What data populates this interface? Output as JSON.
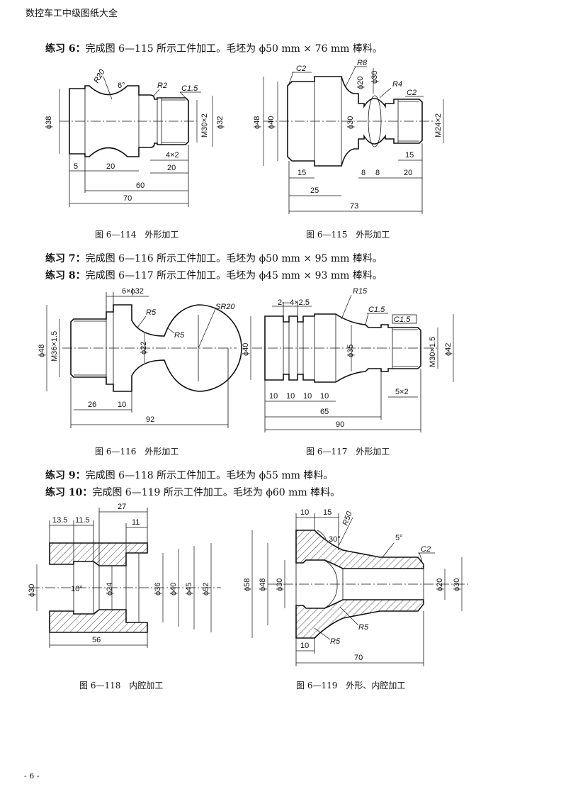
{
  "header": "数控车工中级图纸大全",
  "page_number": "- 6 -",
  "exercises": [
    {
      "label": "练习 6：",
      "text": "完成图 6—115 所示工件加工。毛坯为 ϕ50 mm × 76 mm 棒料。"
    },
    {
      "label": "练习 7：",
      "text": "完成图 6—116 所示工件加工。毛坯为 ϕ50 mm × 95 mm 棒料。"
    },
    {
      "label": "练习 8：",
      "text": "完成图 6—117 所示工件加工。毛坯为 ϕ45 mm × 93 mm 棒料。"
    },
    {
      "label": "练习 9：",
      "text": "完成图 6—118 所示工件加工。毛坯为 ϕ55 mm 棒料。"
    },
    {
      "label": "练习 10：",
      "text": "完成图 6—119 所示工件加工。毛坯为 ϕ60 mm 棒料。"
    }
  ],
  "captions": {
    "f114": "图 6—114　外形加工",
    "f115": "图 6—115　外形加工",
    "f116": "图 6—116　外形加工",
    "f117": "图 6—117　外形加工",
    "f118": "图 6—118　内腔加工",
    "f119": "图 6—119　外形、内腔加工"
  },
  "dims": {
    "f114": {
      "d38": "ϕ38",
      "r20": "R20",
      "a6": "6°",
      "r2": "R2",
      "c15": "C1.5",
      "m30": "M30×2",
      "d32": "ϕ32",
      "g4x2": "4×2",
      "l5": "5",
      "l20a": "20",
      "l20b": "20",
      "l60": "60",
      "l70": "70"
    },
    "f115": {
      "c2a": "C2",
      "r8": "R8",
      "d30a": "ϕ30",
      "d20": "ϕ20",
      "r4": "R4",
      "c2b": "C2",
      "d48": "ϕ48",
      "d40": "ϕ40",
      "d30b": "ϕ30",
      "m24": "M24×2",
      "l15a": "15",
      "l15b": "15",
      "l8a": "8",
      "l8b": "8",
      "l20": "20",
      "l25": "25",
      "l73": "73"
    },
    "f116": {
      "g6x32": "6×ϕ32",
      "r5a": "R5",
      "r5b": "R5",
      "sr20": "SR20",
      "d48": "ϕ48",
      "m36": "M36×1.5",
      "d22": "ϕ22",
      "l26": "26",
      "l10": "10",
      "l92": "92"
    },
    "f117": {
      "g24": "2—4×2.5",
      "r15": "R15",
      "c15a": "C1.5",
      "c15b": "C1.5",
      "d40": "ϕ40",
      "d35": "ϕ35",
      "m30": "M30×1.5",
      "d42": "ϕ42",
      "l10a": "10",
      "l10b": "10",
      "l10c": "10",
      "l10d": "10",
      "g5x2": "5×2",
      "l65": "65",
      "l90": "90"
    },
    "f118": {
      "l27": "27",
      "l135": "13.5",
      "l115": "11.5",
      "l11": "11",
      "d30": "ϕ30",
      "a10": "10°",
      "d24": "ϕ24",
      "d36": "ϕ36",
      "d40": "ϕ40",
      "d45": "ϕ45",
      "d52": "ϕ52",
      "l56": "56"
    },
    "f119": {
      "l10a": "10",
      "l15": "15",
      "r50": "R50",
      "a30": "30°",
      "a5": "5°",
      "c2": "C2",
      "d58": "ϕ58",
      "d48": "ϕ48",
      "d30a": "ϕ30",
      "d20": "ϕ20",
      "d30b": "ϕ30",
      "r5a": "R5",
      "r5b": "R5",
      "l10b": "10",
      "l70": "70"
    }
  }
}
